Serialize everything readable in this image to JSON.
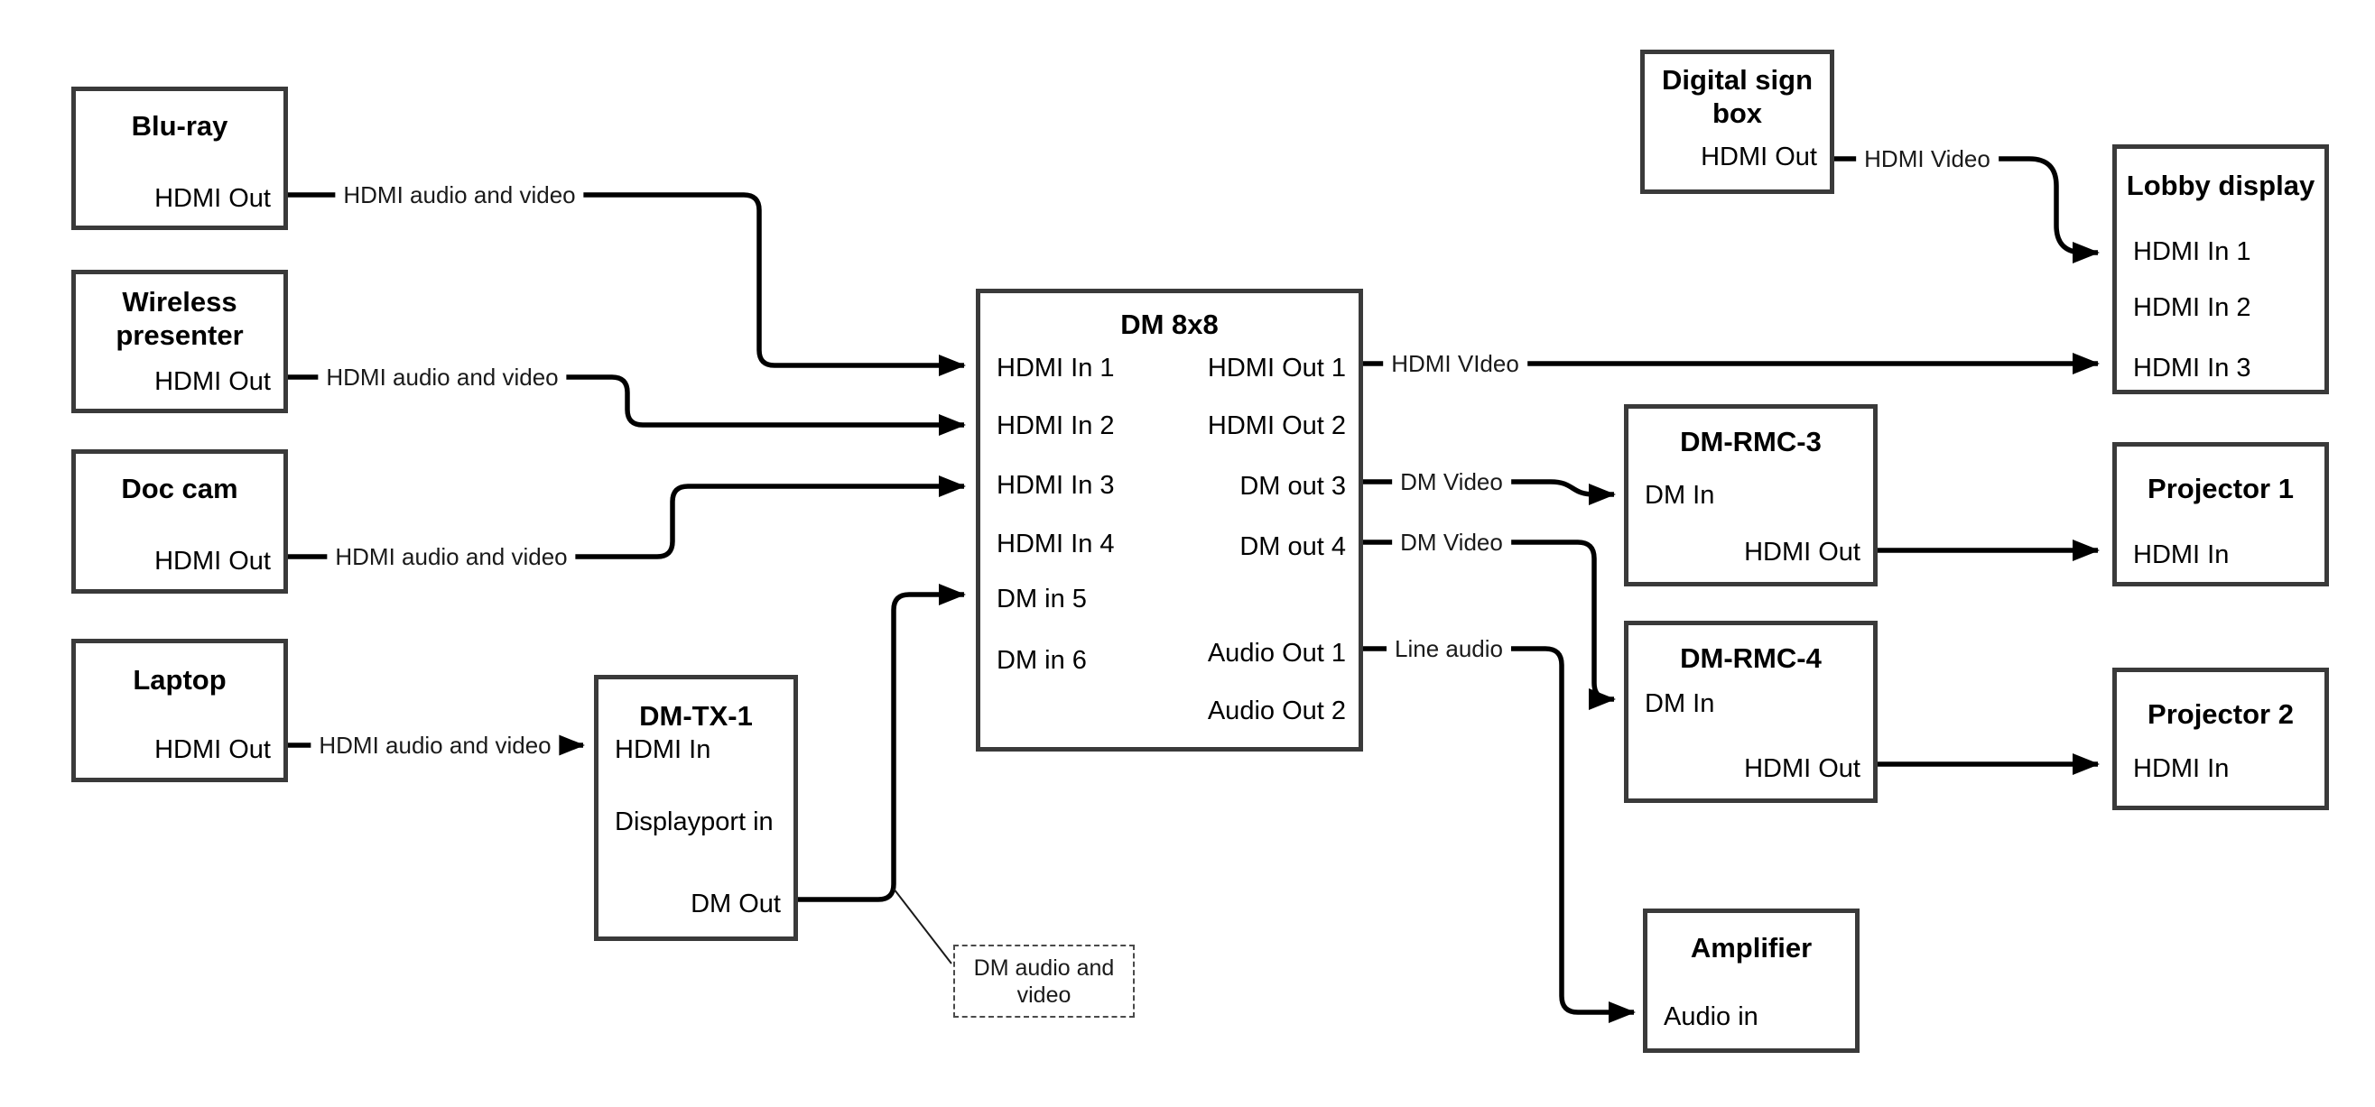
{
  "nodes": {
    "bluray": {
      "title": "Blu-ray",
      "ports": {
        "hdmi_out": "HDMI Out"
      }
    },
    "wireless_presenter": {
      "title": "Wireless presenter",
      "ports": {
        "hdmi_out": "HDMI Out"
      }
    },
    "doc_cam": {
      "title": "Doc cam",
      "ports": {
        "hdmi_out": "HDMI Out"
      }
    },
    "laptop": {
      "title": "Laptop",
      "ports": {
        "hdmi_out": "HDMI Out"
      }
    },
    "dm_tx1": {
      "title": "DM-TX-1",
      "ports": {
        "hdmi_in": "HDMI In",
        "displayport_in": "Displayport in",
        "dm_out": "DM Out"
      }
    },
    "dm8x8": {
      "title": "DM 8x8",
      "ports": {
        "in1": "HDMI In 1",
        "in2": "HDMI In 2",
        "in3": "HDMI In 3",
        "in4": "HDMI In 4",
        "in5": "DM in 5",
        "in6": "DM in 6",
        "out1": "HDMI Out 1",
        "out2": "HDMI Out 2",
        "out3": "DM out 3",
        "out4": "DM out 4",
        "aout1": "Audio Out 1",
        "aout2": "Audio Out 2"
      }
    },
    "digital_sign_box": {
      "title": "Digital sign box",
      "ports": {
        "hdmi_out": "HDMI Out"
      }
    },
    "lobby_display": {
      "title": "Lobby display",
      "ports": {
        "in1": "HDMI In 1",
        "in2": "HDMI In 2",
        "in3": "HDMI In 3"
      }
    },
    "dm_rmc3": {
      "title": "DM-RMC-3",
      "ports": {
        "dm_in": "DM In",
        "hdmi_out": "HDMI Out"
      }
    },
    "dm_rmc4": {
      "title": "DM-RMC-4",
      "ports": {
        "dm_in": "DM In",
        "hdmi_out": "HDMI Out"
      }
    },
    "projector1": {
      "title": "Projector 1",
      "ports": {
        "hdmi_in": "HDMI In"
      }
    },
    "projector2": {
      "title": "Projector 2",
      "ports": {
        "hdmi_in": "HDMI In"
      }
    },
    "amplifier": {
      "title": "Amplifier",
      "ports": {
        "audio_in": "Audio in"
      }
    }
  },
  "labels": {
    "bluray_cable": "HDMI audio and video",
    "wireless_cable": "HDMI audio and video",
    "doccam_cable": "HDMI audio and video",
    "laptop_cable": "HDMI audio and video",
    "out1_cable": "HDMI VIdeo",
    "out3_cable": "DM Video",
    "out4_cable": "DM Video",
    "audio_cable": "Line audio",
    "sign_cable": "HDMI Video"
  },
  "callout": {
    "text": "DM audio and video"
  },
  "colors": {
    "wire": "#000000",
    "box_border": "#3a3a3a",
    "background": "#ffffff"
  }
}
